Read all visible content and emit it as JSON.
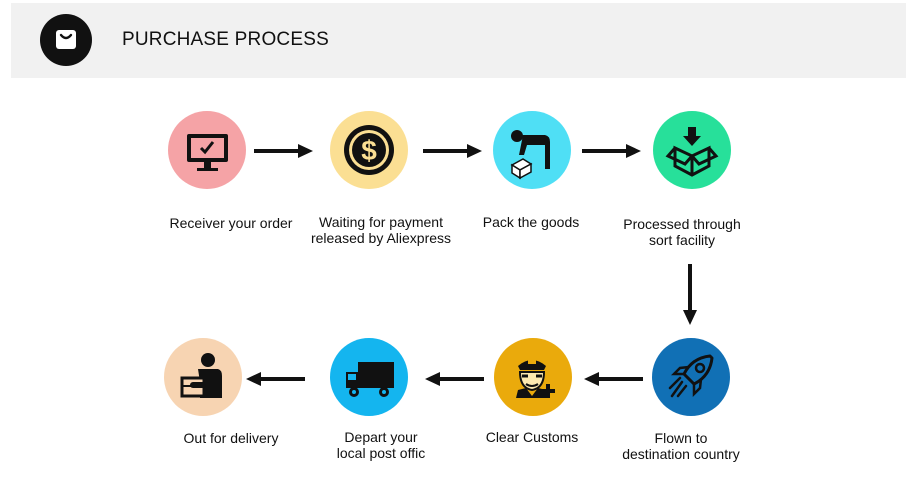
{
  "header": {
    "title": "PURCHASE PROCESS",
    "icon": "shopping-bag-icon"
  },
  "steps": [
    {
      "lines": [
        "Receiver your order"
      ],
      "icon": "monitor-check-icon",
      "color": "#f5a3a6"
    },
    {
      "lines": [
        "Waiting for payment",
        "released by Aliexpress"
      ],
      "icon": "dollar-coin-icon",
      "color": "#fbdf93"
    },
    {
      "lines": [
        "Pack the goods"
      ],
      "icon": "person-packing-icon",
      "color": "#4fdff5"
    },
    {
      "lines": [
        "Processed through",
        "sort facility"
      ],
      "icon": "open-box-icon",
      "color": "#27e09a"
    },
    {
      "lines": [
        "Flown to",
        "destination country"
      ],
      "icon": "rocket-icon",
      "color": "#1170b5"
    },
    {
      "lines": [
        "Clear Customs"
      ],
      "icon": "customs-officer-icon",
      "color": "#eaaa0c"
    },
    {
      "lines": [
        "Depart your",
        "local post offic"
      ],
      "icon": "truck-icon",
      "color": "#14b5ef"
    },
    {
      "lines": [
        "Out for delivery"
      ],
      "icon": "delivery-person-icon",
      "color": "#f7d4b2"
    }
  ]
}
